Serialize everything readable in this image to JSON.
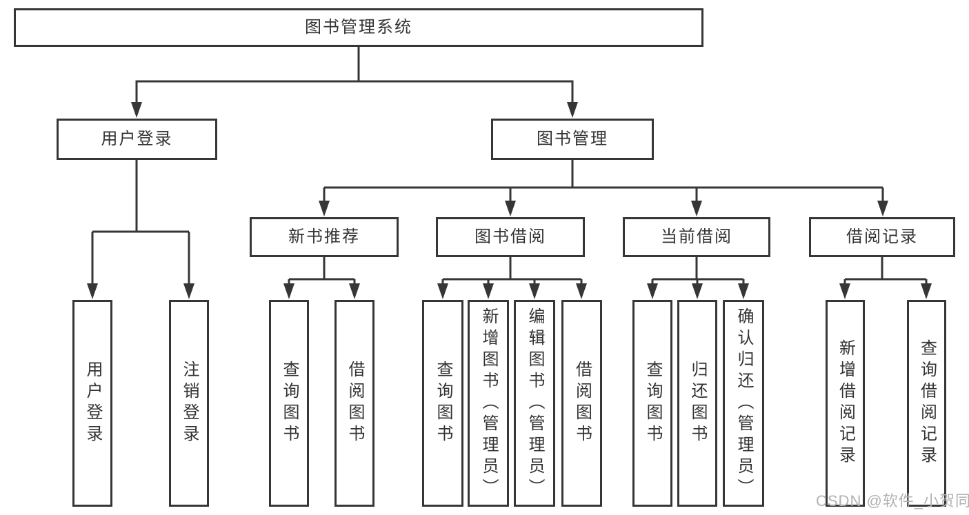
{
  "colors": {
    "line": "#363636",
    "box_border": "#363636",
    "text": "#333333",
    "background": "#ffffff",
    "watermark": "#b2b2b2"
  },
  "watermark": {
    "text": "CSDN @软件_小贺同学"
  },
  "tree": {
    "label": "图书管理系统",
    "children": [
      {
        "label": "用户登录",
        "children": [
          {
            "label": "用户登录"
          },
          {
            "label": "注销登录"
          }
        ]
      },
      {
        "label": "图书管理",
        "children": [
          {
            "label": "新书推荐",
            "children": [
              {
                "label": "查询图书"
              },
              {
                "label": "借阅图书"
              }
            ]
          },
          {
            "label": "图书借阅",
            "children": [
              {
                "label": "查询图书"
              },
              {
                "label": "新增图书（管理员）"
              },
              {
                "label": "编辑图书（管理员）"
              },
              {
                "label": "借阅图书"
              }
            ]
          },
          {
            "label": "当前借阅",
            "children": [
              {
                "label": "查询图书"
              },
              {
                "label": "归还图书"
              },
              {
                "label": "确认归还（管理员）"
              }
            ]
          },
          {
            "label": "借阅记录",
            "children": [
              {
                "label": "新增借阅记录"
              },
              {
                "label": "查询借阅记录"
              }
            ]
          }
        ]
      }
    ]
  }
}
